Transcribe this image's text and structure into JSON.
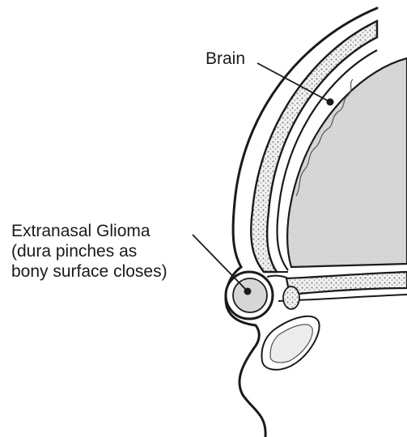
{
  "labels": {
    "brain": "Brain",
    "glioma_line1": "Extranasal Glioma",
    "glioma_line2": "(dura pinches as",
    "glioma_line3": "bony surface closes)"
  },
  "colors": {
    "ink": "#1a1a1a",
    "brain_fill": "#d4d4d4",
    "background": "#ffffff",
    "stipple": "#8a8a8a"
  }
}
